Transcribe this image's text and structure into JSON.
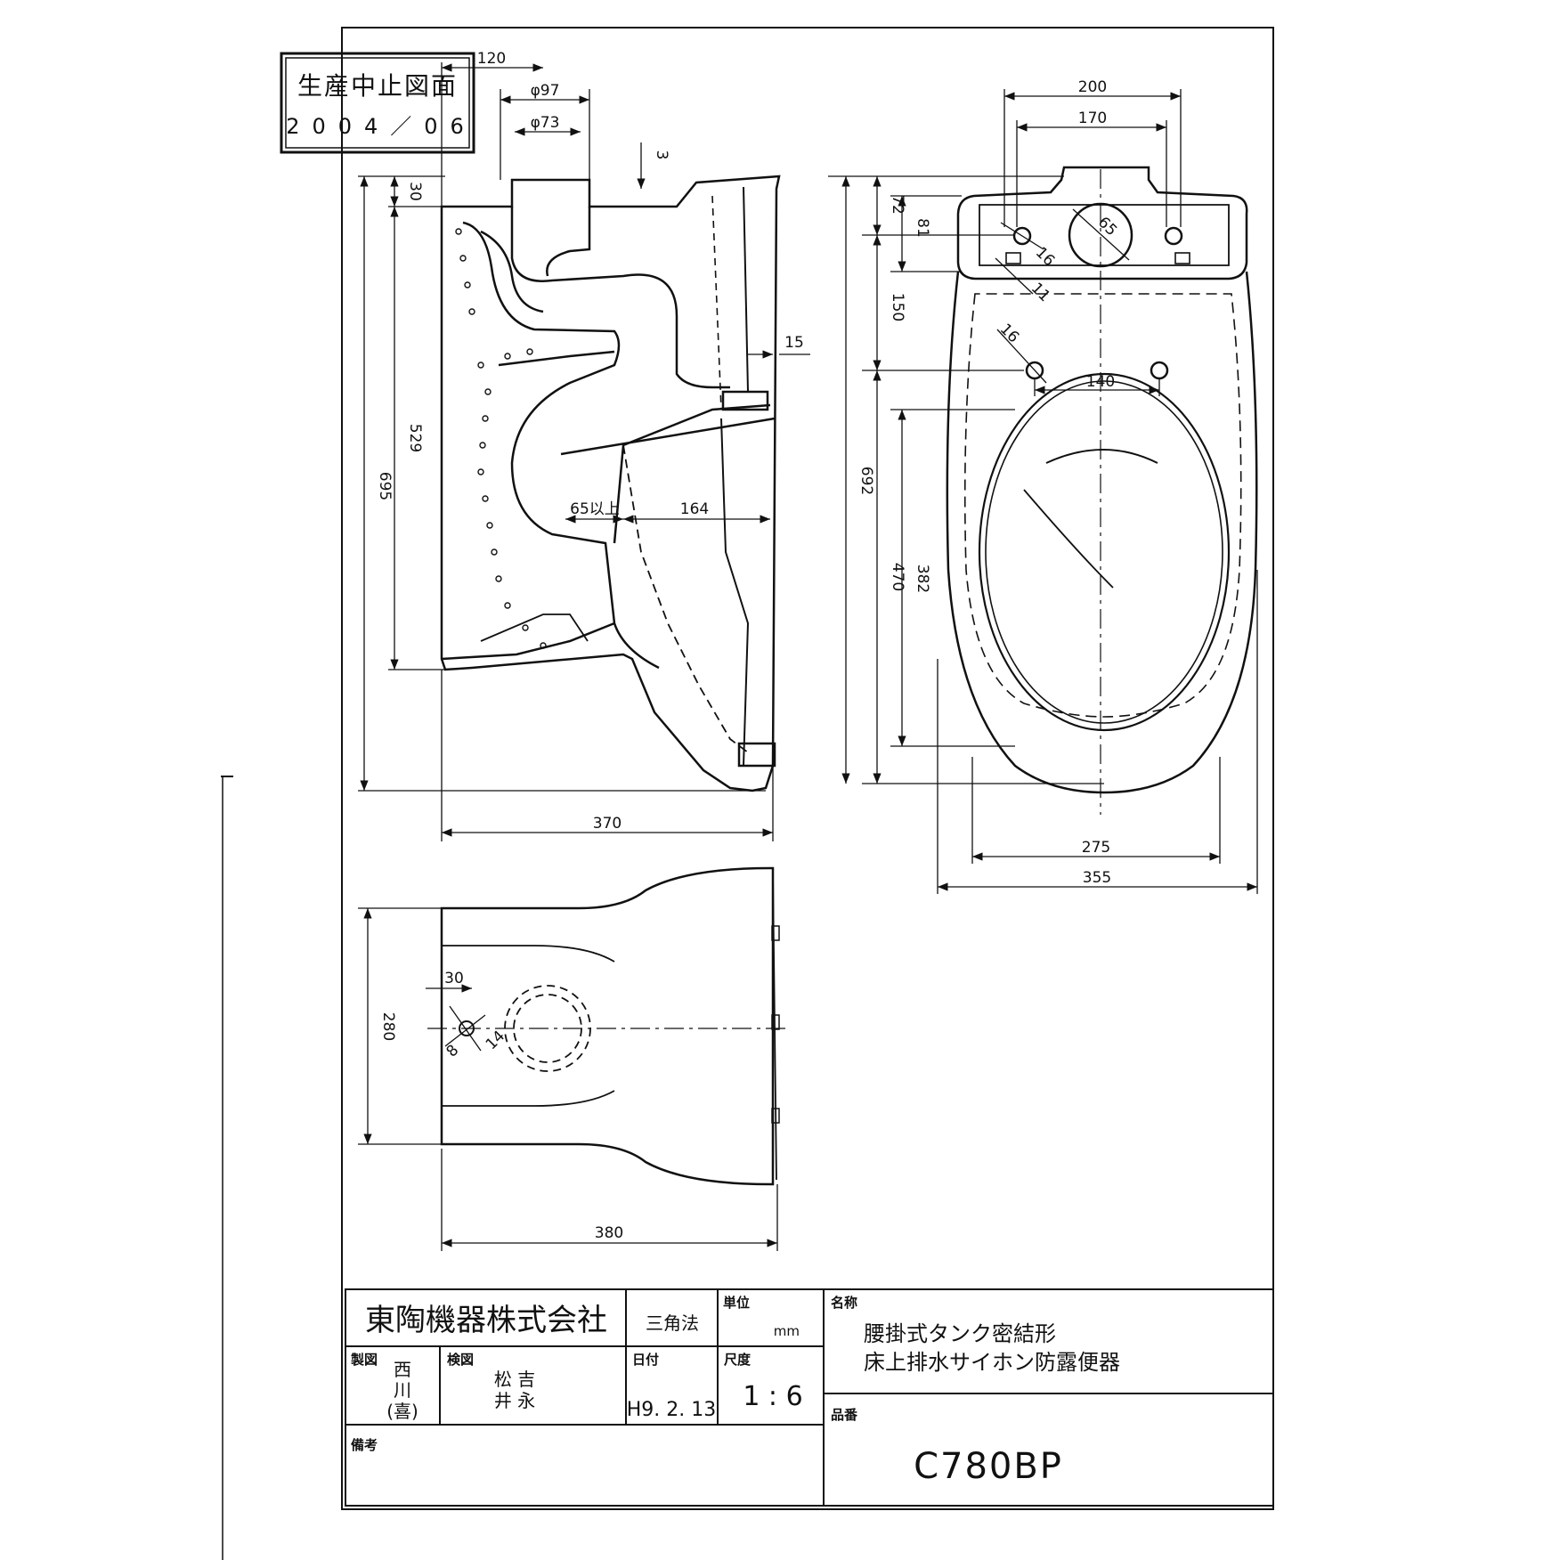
{
  "stamp": {
    "title": "生産中止図面",
    "date": "2004／06"
  },
  "side_view": {
    "dims": {
      "top_offset": "120",
      "outlet_outer_dia": "φ97",
      "outlet_inner_dia": "φ73",
      "rim_thickness": "3",
      "top_gap": "30",
      "height_outlet": "529",
      "total_height": "695",
      "width": "370",
      "min_clear": "65以上",
      "bowl_depth": "164",
      "side_gap": "15"
    }
  },
  "top_view": {
    "dims": {
      "tank_width": "200",
      "bolt_pitch": "170",
      "hole_dia": "65",
      "bolt_hole": "16",
      "small_hole": "11",
      "tank_depth": "72",
      "tank_to_center": "81",
      "to_seat_holes": "150",
      "seat_hole_dia": "16",
      "seat_hole_pitch": "140",
      "total_length": "692",
      "bowl_length": "470",
      "opening_length": "382",
      "opening_width": "275",
      "overall_width": "355"
    }
  },
  "bottom_view": {
    "dims": {
      "width": "280",
      "offset": "30",
      "hole_small": "8",
      "hole_large": "14",
      "length": "380"
    }
  },
  "title_block": {
    "company": "東陶機器株式会社",
    "projection": "三角法",
    "unit_label": "単位",
    "unit_value": "mm",
    "name_label": "名称",
    "name_line1": "腰掛式タンク密結形",
    "name_line2": "床上排水サイホン防露便器",
    "drawn_label": "製図",
    "drawn_name1": "西",
    "drawn_name2": "川",
    "drawn_name3": "(喜)",
    "checked_label": "検図",
    "checked_name1": "松 吉",
    "checked_name2": "井 永",
    "date_label": "日付",
    "date_value": "H9. 2. 13",
    "scale_label": "尺度",
    "scale_value": "1 : 6",
    "remarks_label": "備考",
    "part_label": "品番",
    "part_value": "C780BP"
  }
}
